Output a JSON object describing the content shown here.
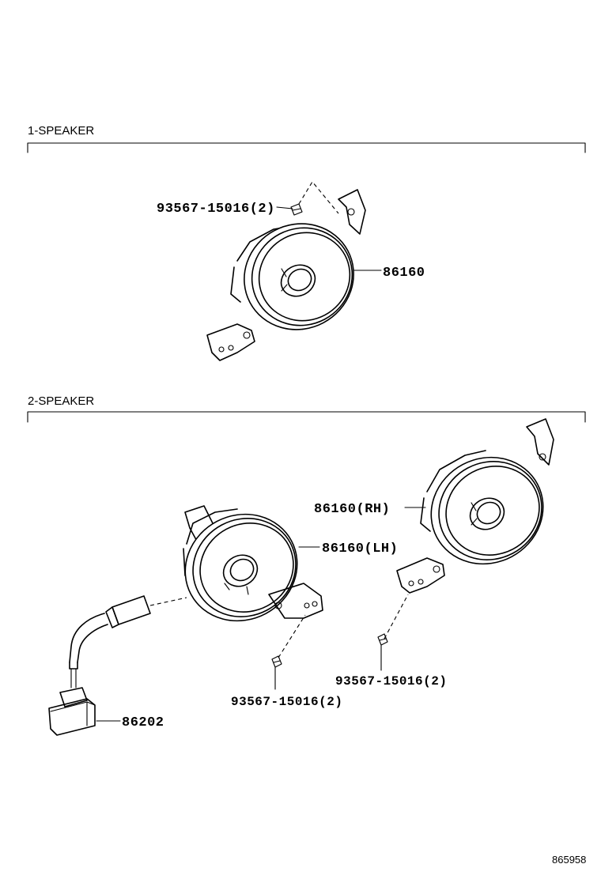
{
  "sections": [
    {
      "title": "1-SPEAKER"
    },
    {
      "title": "2-SPEAKER"
    }
  ],
  "callouts": {
    "s1_screw": "93567-15016(2)",
    "s1_speaker": "86160",
    "s2_speaker_rh": "86160(RH)",
    "s2_speaker_lh": "86160(LH)",
    "s2_screw_lh": "93567-15016(2)",
    "s2_screw_rh": "93567-15016(2)",
    "s2_connector": "86202"
  },
  "diagram_id": "865958"
}
